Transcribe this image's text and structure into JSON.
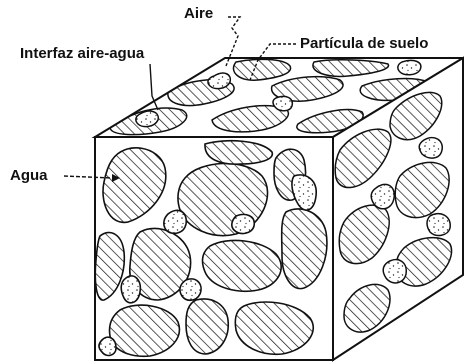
{
  "labels": {
    "aire": "Aire",
    "particula": "Partícula de suelo",
    "interfaz": "Interfaz aire-agua",
    "agua": "Agua"
  },
  "colors": {
    "line": "#111111",
    "water": "#ffffff",
    "background": "#ffffff"
  }
}
